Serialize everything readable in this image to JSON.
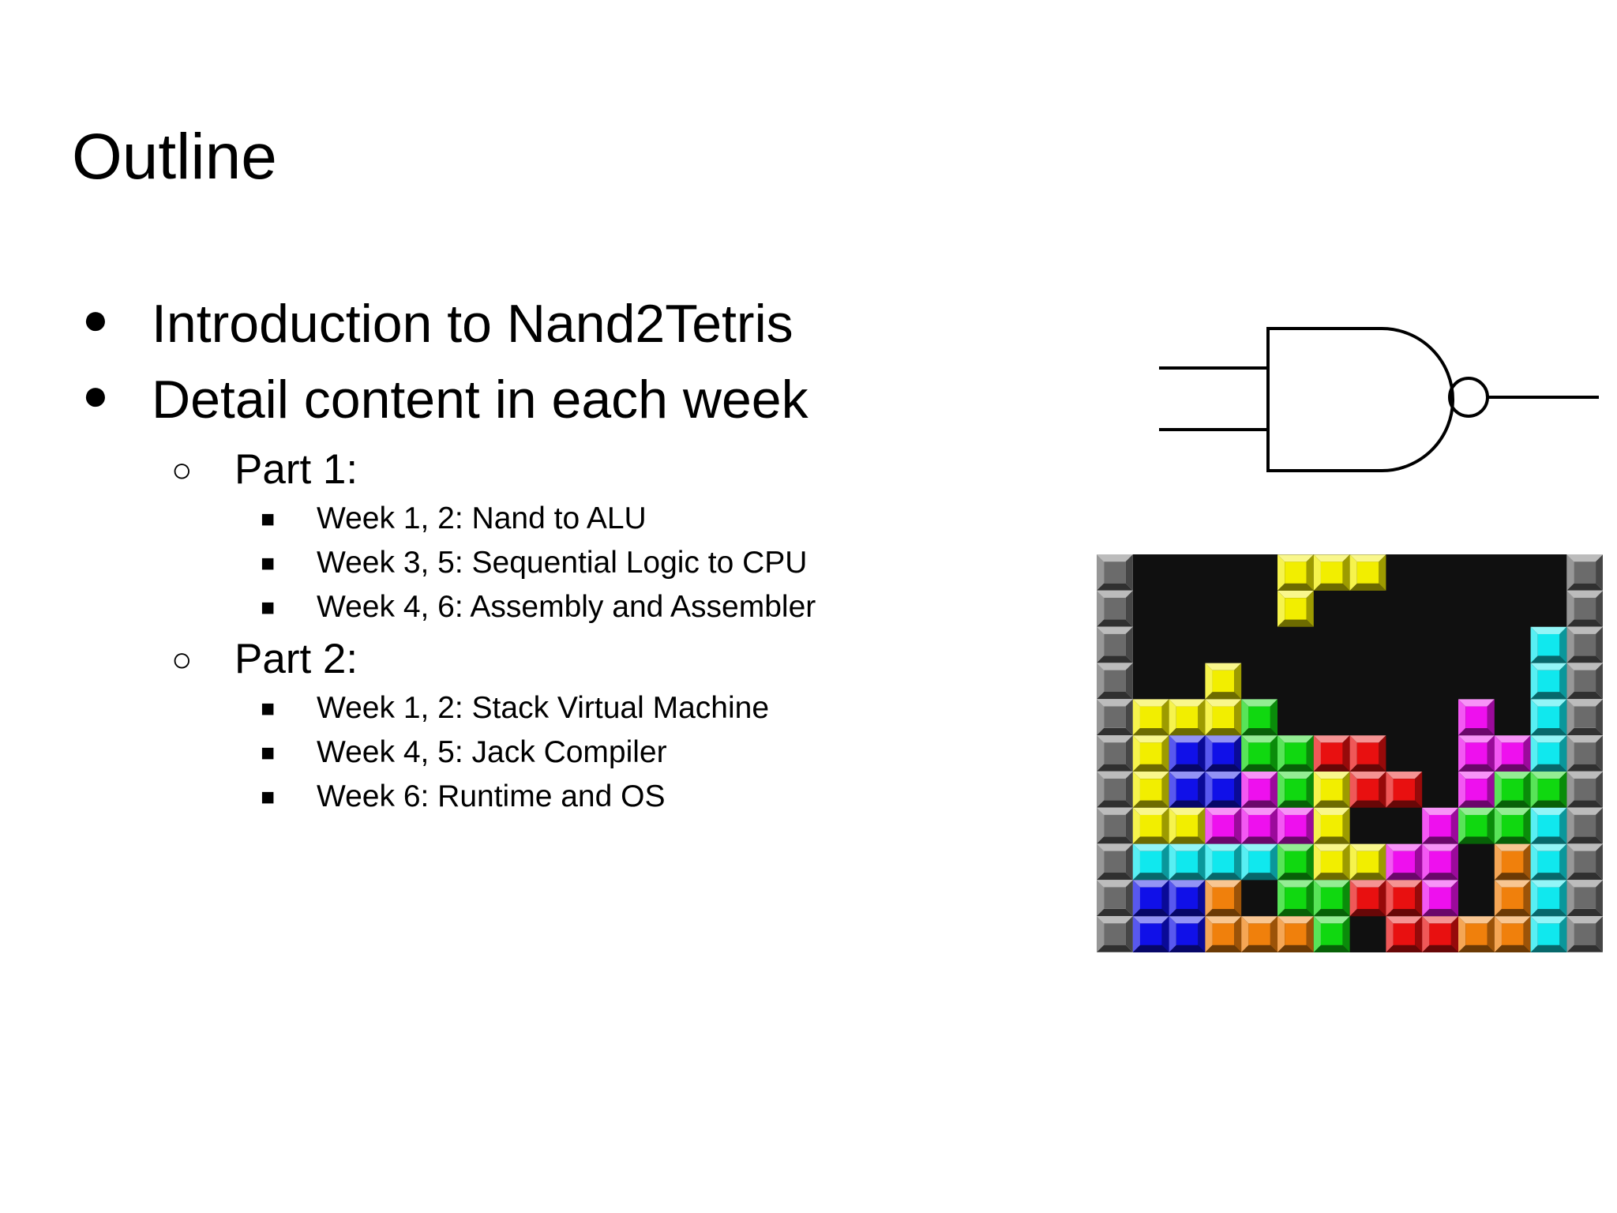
{
  "slide": {
    "title": "Outline",
    "bullets": [
      {
        "marker": "●",
        "text": "Introduction to Nand2Tetris"
      },
      {
        "marker": "●",
        "text": "Detail content in each week"
      }
    ],
    "parts": [
      {
        "marker": "○",
        "label": "Part 1:",
        "items": [
          {
            "marker": "■",
            "text": "Week 1, 2: Nand to ALU"
          },
          {
            "marker": "■",
            "text": "Week 3, 5: Sequential Logic to CPU"
          },
          {
            "marker": "■",
            "text": "Week 4, 6: Assembly and Assembler"
          }
        ]
      },
      {
        "marker": "○",
        "label": "Part 2:",
        "items": [
          {
            "marker": "■",
            "text": "Week 1, 2: Stack Virtual Machine"
          },
          {
            "marker": "■",
            "text": "Week 4, 5: Jack Compiler"
          },
          {
            "marker": "■",
            "text": "Week 6: Runtime and OS"
          }
        ]
      }
    ]
  },
  "images": {
    "nand_gate": {
      "icon": "nand-gate-icon",
      "stroke_color": "#000000"
    },
    "tetris": {
      "icon": "tetris-board-image",
      "board_color": "#101010",
      "wall_color": "#6b6b6b",
      "colors": {
        "Y": "#f2ee00",
        "B": "#1010e8",
        "G": "#10d810",
        "R": "#e81010",
        "M": "#ee10ee",
        "C": "#10e8ee",
        "O": "#f0800c"
      },
      "rows": [
        "....YYY.....",
        "....Y.......",
        "...........C",
        "..Y........C",
        "YYYG.....M.C",
        "YBBGGRR..MMC",
        "YBBMGYRR.MGG",
        "YYMMMY..MGGC",
        "CCCCGYYMM.OC",
        "BBO.GGRRM.OC",
        "BBOOOG.RROOC"
      ]
    }
  }
}
